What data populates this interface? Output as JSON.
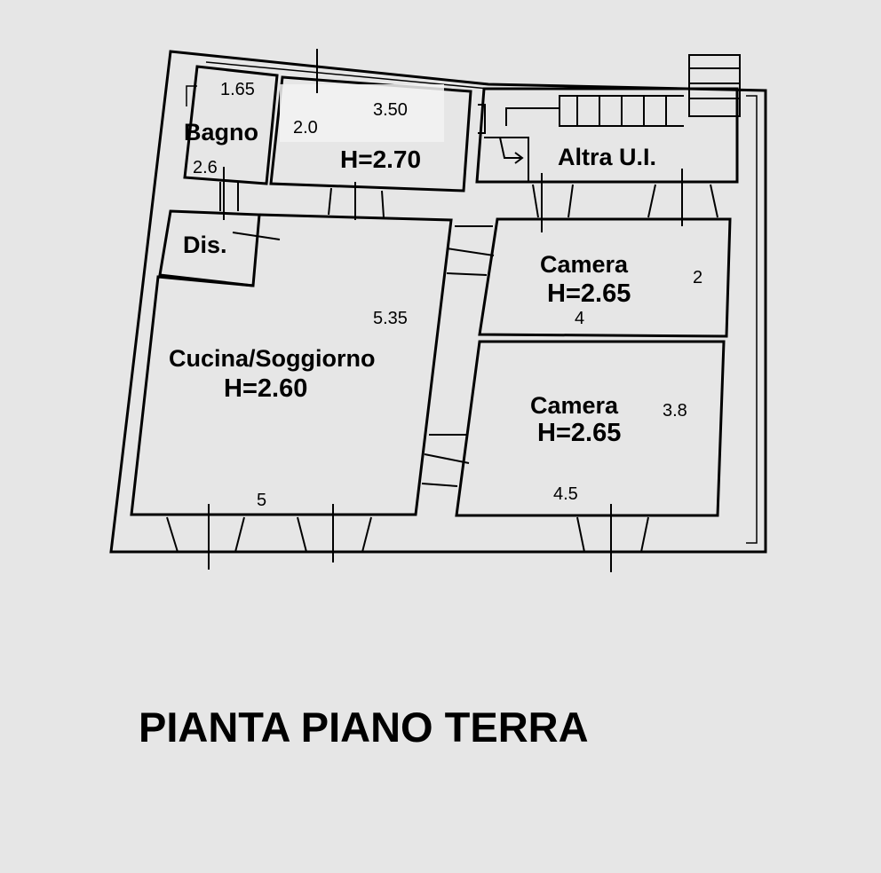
{
  "plan": {
    "caption": "PIANTA PIANO TERRA",
    "rooms": {
      "bagno": {
        "name": "Bagno",
        "dims": [
          "1.65",
          "2.6"
        ]
      },
      "studio": {
        "height": "H=2.70",
        "dims": [
          "2.0",
          "3.50"
        ]
      },
      "altra": {
        "name": "Altra U.I."
      },
      "dis": {
        "name": "Dis."
      },
      "cucina": {
        "name": "Cucina/Soggiorno",
        "height": "H=2.60",
        "dims": [
          "5.35",
          "5"
        ]
      },
      "camera1": {
        "name": "Camera",
        "height": "H=2.65",
        "dims": [
          "2",
          "4"
        ]
      },
      "camera2": {
        "name": "Camera",
        "height": "H=2.65",
        "dims": [
          "3.8",
          "4.5"
        ]
      }
    }
  },
  "colors": {
    "background": "#e6e6e6",
    "ink": "#000000"
  }
}
